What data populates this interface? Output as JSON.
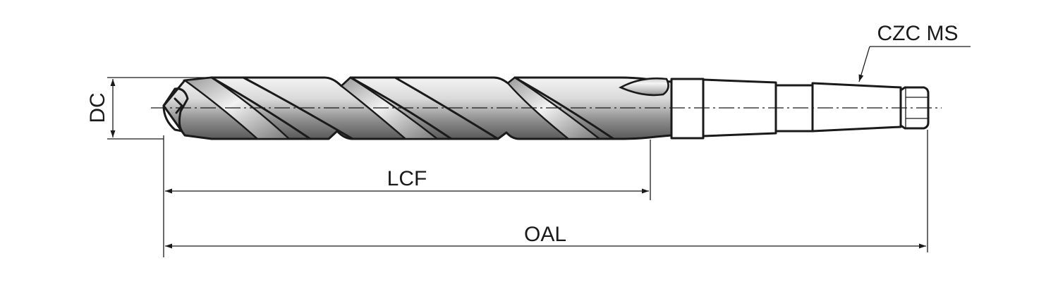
{
  "labels": {
    "dc": "DC",
    "lcf": "LCF",
    "oal": "OAL",
    "shank": "CZC MS"
  }
}
